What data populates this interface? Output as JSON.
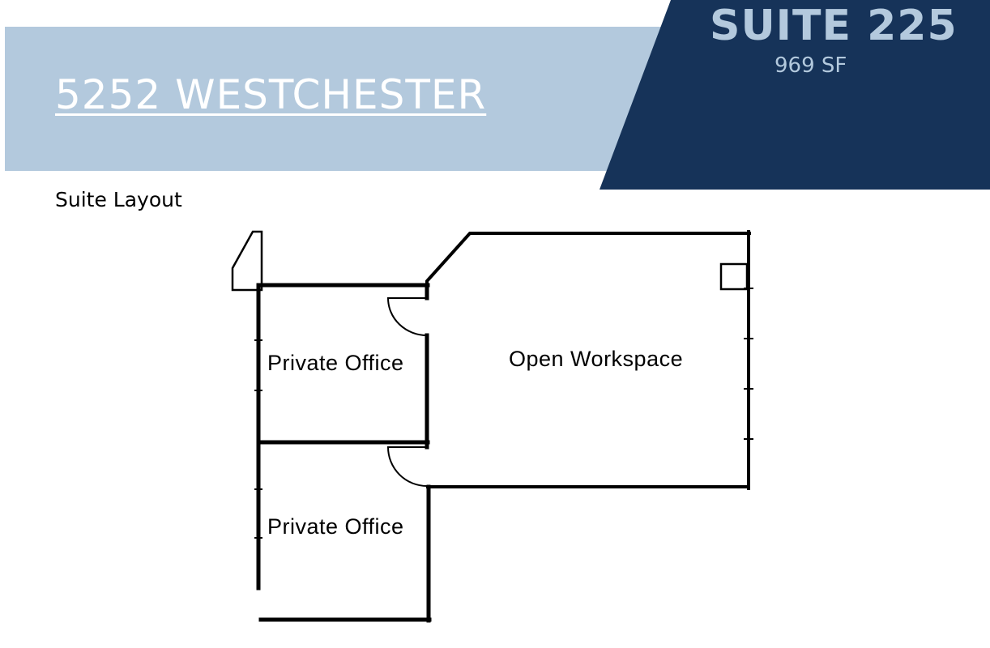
{
  "header": {
    "address": "5252 WESTCHESTER",
    "suite_title": "SUITE 225",
    "suite_size": "969 SF"
  },
  "section": {
    "label": "Suite Layout"
  },
  "floorplan": {
    "rooms": {
      "office_1": "Private Office",
      "office_2": "Private Office",
      "open_workspace": "Open Workspace"
    }
  },
  "colors": {
    "banner_light": "#b3c9dd",
    "banner_dark": "#163359",
    "walls": "#000000"
  }
}
